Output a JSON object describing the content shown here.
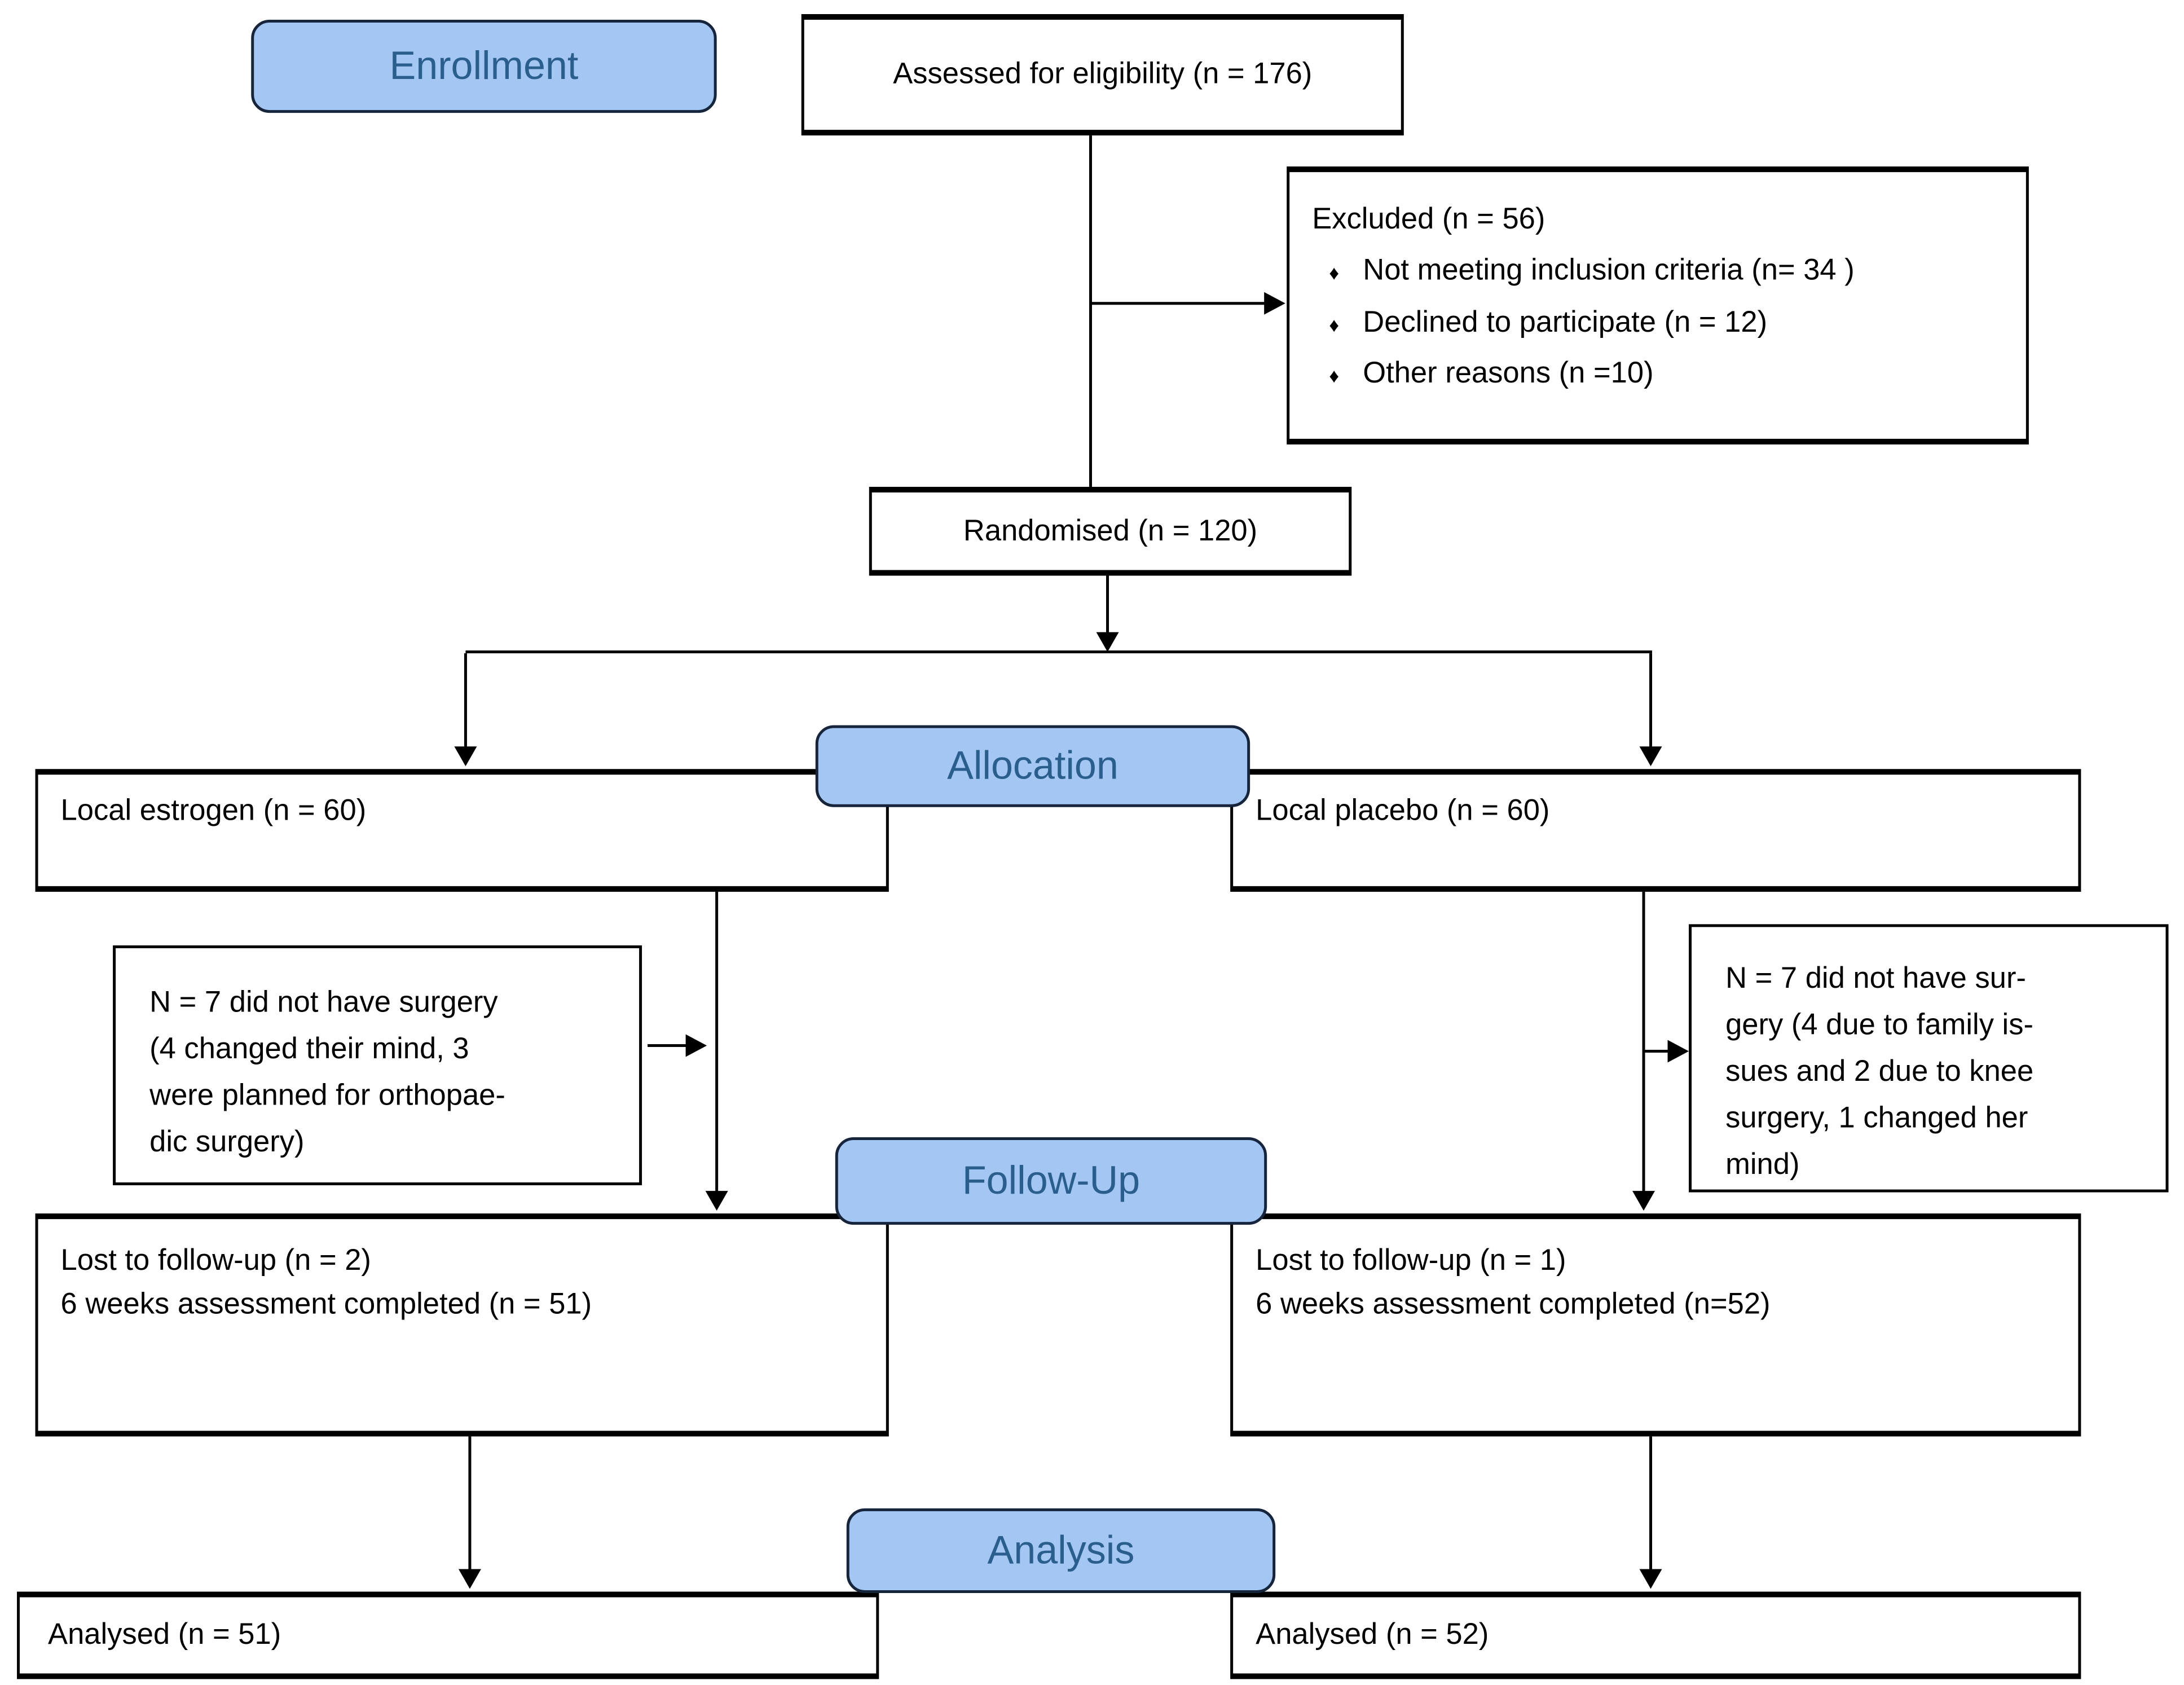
{
  "colors": {
    "phase_label_fill": "#a4c6f2",
    "phase_label_border": "#16253c",
    "phase_label_text": "#2a5e8c",
    "box_border": "#000000",
    "box_fill": "#ffffff",
    "connector": "#000000",
    "body_text": "#000000"
  },
  "bullet_glyph": "♦",
  "phase_labels": {
    "enrollment": "Enrollment",
    "allocation": "Allocation",
    "follow_up": "Follow-Up",
    "analysis": "Analysis"
  },
  "boxes": {
    "assessed": {
      "text": "Assessed for eligibility (n = 176)"
    },
    "excluded": {
      "title": "Excluded (n = 56)",
      "bullets": [
        "Not meeting inclusion criteria (n= 34 )",
        "Declined to participate (n = 12)",
        "Other reasons (n =10)"
      ]
    },
    "randomised": {
      "text": "Randomised (n = 120)"
    },
    "allocation_left": {
      "text": "Local estrogen (n = 60)"
    },
    "allocation_right": {
      "text": "Local placebo (n = 60)"
    },
    "note_left": {
      "lines": [
        "N = 7 did not have surgery",
        "(4 changed their mind, 3",
        "were planned for orthopae-",
        "dic surgery)"
      ]
    },
    "note_right": {
      "lines": [
        "N = 7 did not have sur-",
        "gery (4 due to family is-",
        "sues and 2 due to knee",
        "surgery, 1 changed her",
        "mind)"
      ]
    },
    "follow_up_left": {
      "lines": [
        "Lost to follow-up (n = 2)",
        "6 weeks assessment completed (n = 51)"
      ]
    },
    "follow_up_right": {
      "lines": [
        "Lost to follow-up (n = 1)",
        "6 weeks assessment completed (n=52)"
      ]
    },
    "analysed_left": {
      "text": "Analysed (n = 51)"
    },
    "analysed_right": {
      "text": "Analysed (n = 52)"
    }
  }
}
